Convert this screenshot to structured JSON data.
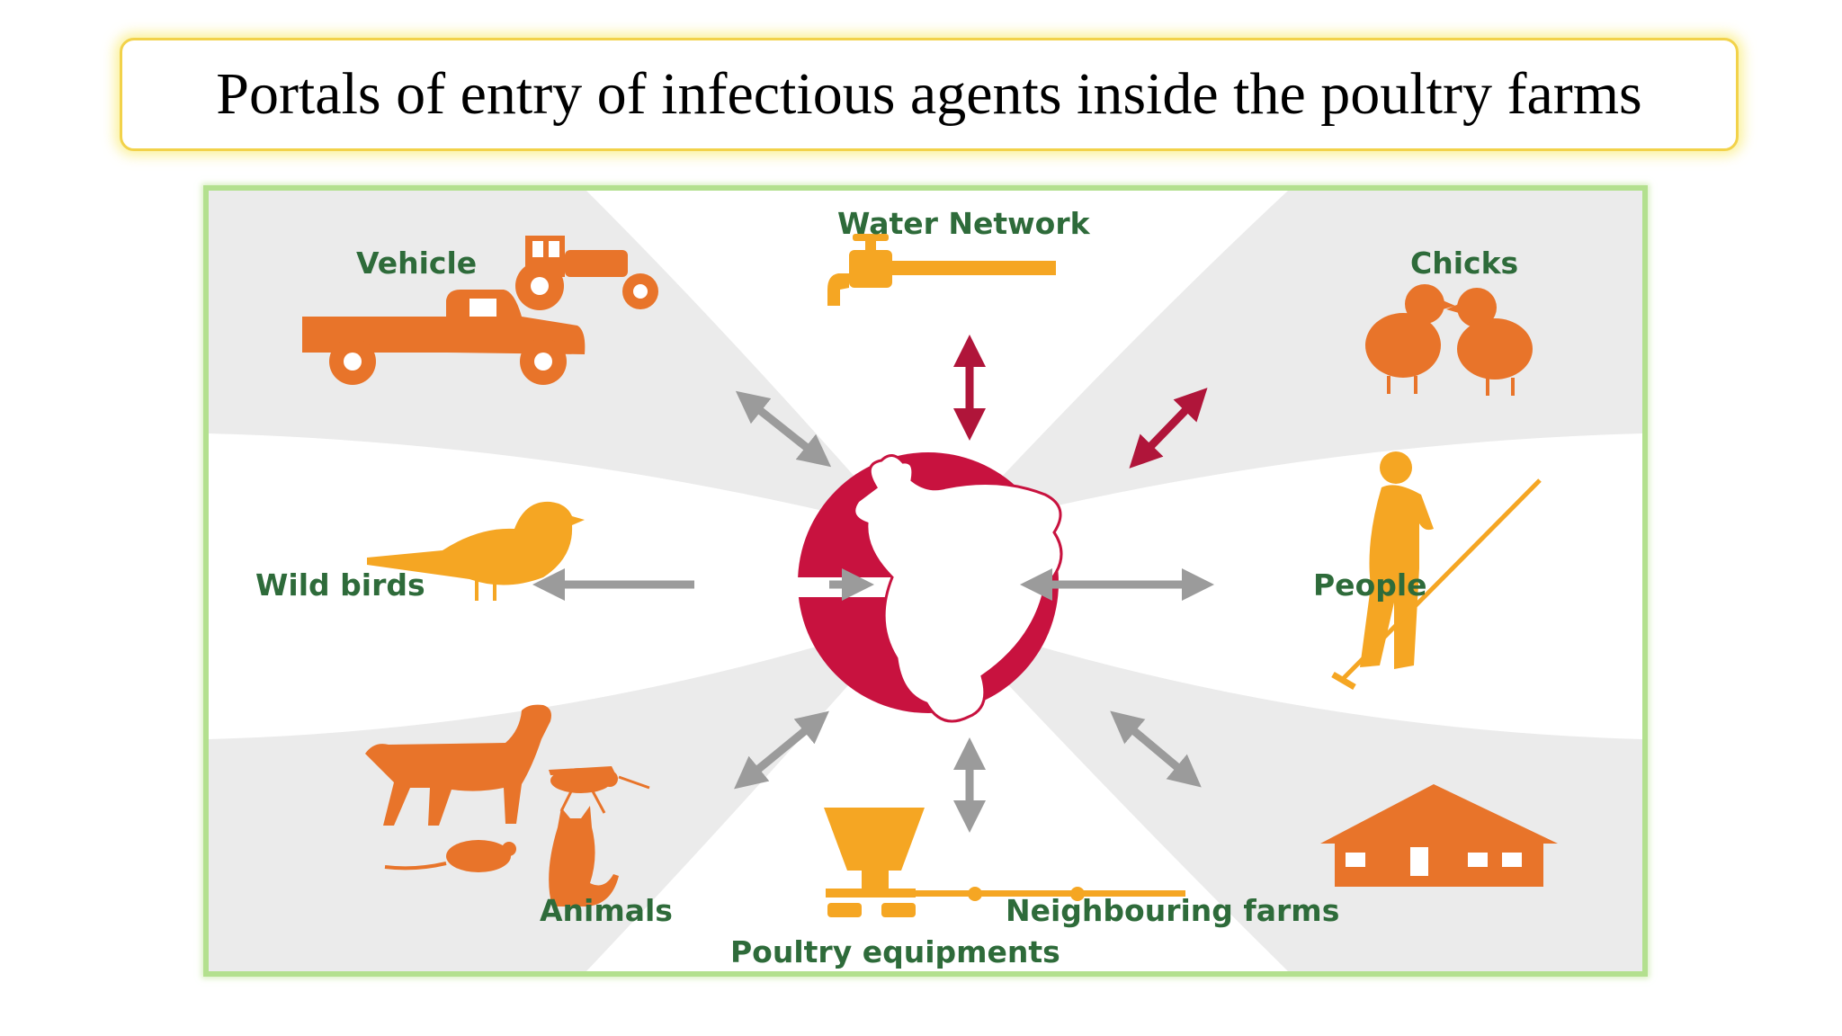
{
  "title": "Portals of entry of infectious agents inside the poultry farms",
  "diagram": {
    "labels": {
      "water": "Water Network",
      "vehicle": "Vehicle",
      "chicks": "Chicks",
      "wild_birds": "Wild birds",
      "people": "People",
      "animals": "Animals",
      "neighbouring": "Neighbouring farms",
      "equipment": "Poultry equipments"
    },
    "colors": {
      "icon_orange": "#e8742a",
      "icon_amber": "#f5a623",
      "hub_red": "#c8123f",
      "arrow_dark_red": "#b0153a",
      "arrow_grey": "#9b9b9b",
      "label_green": "#2e6b3a",
      "border_green": "#b3e08e",
      "title_border": "#f2d24a"
    },
    "icons": [
      "tractor-icon",
      "truck-icon",
      "faucet-icon",
      "chick-icon",
      "bird-icon",
      "hen-icon",
      "person-icon",
      "dog-icon",
      "insect-icon",
      "mouse-icon",
      "cat-icon",
      "feeder-icon",
      "barn-icon"
    ]
  }
}
